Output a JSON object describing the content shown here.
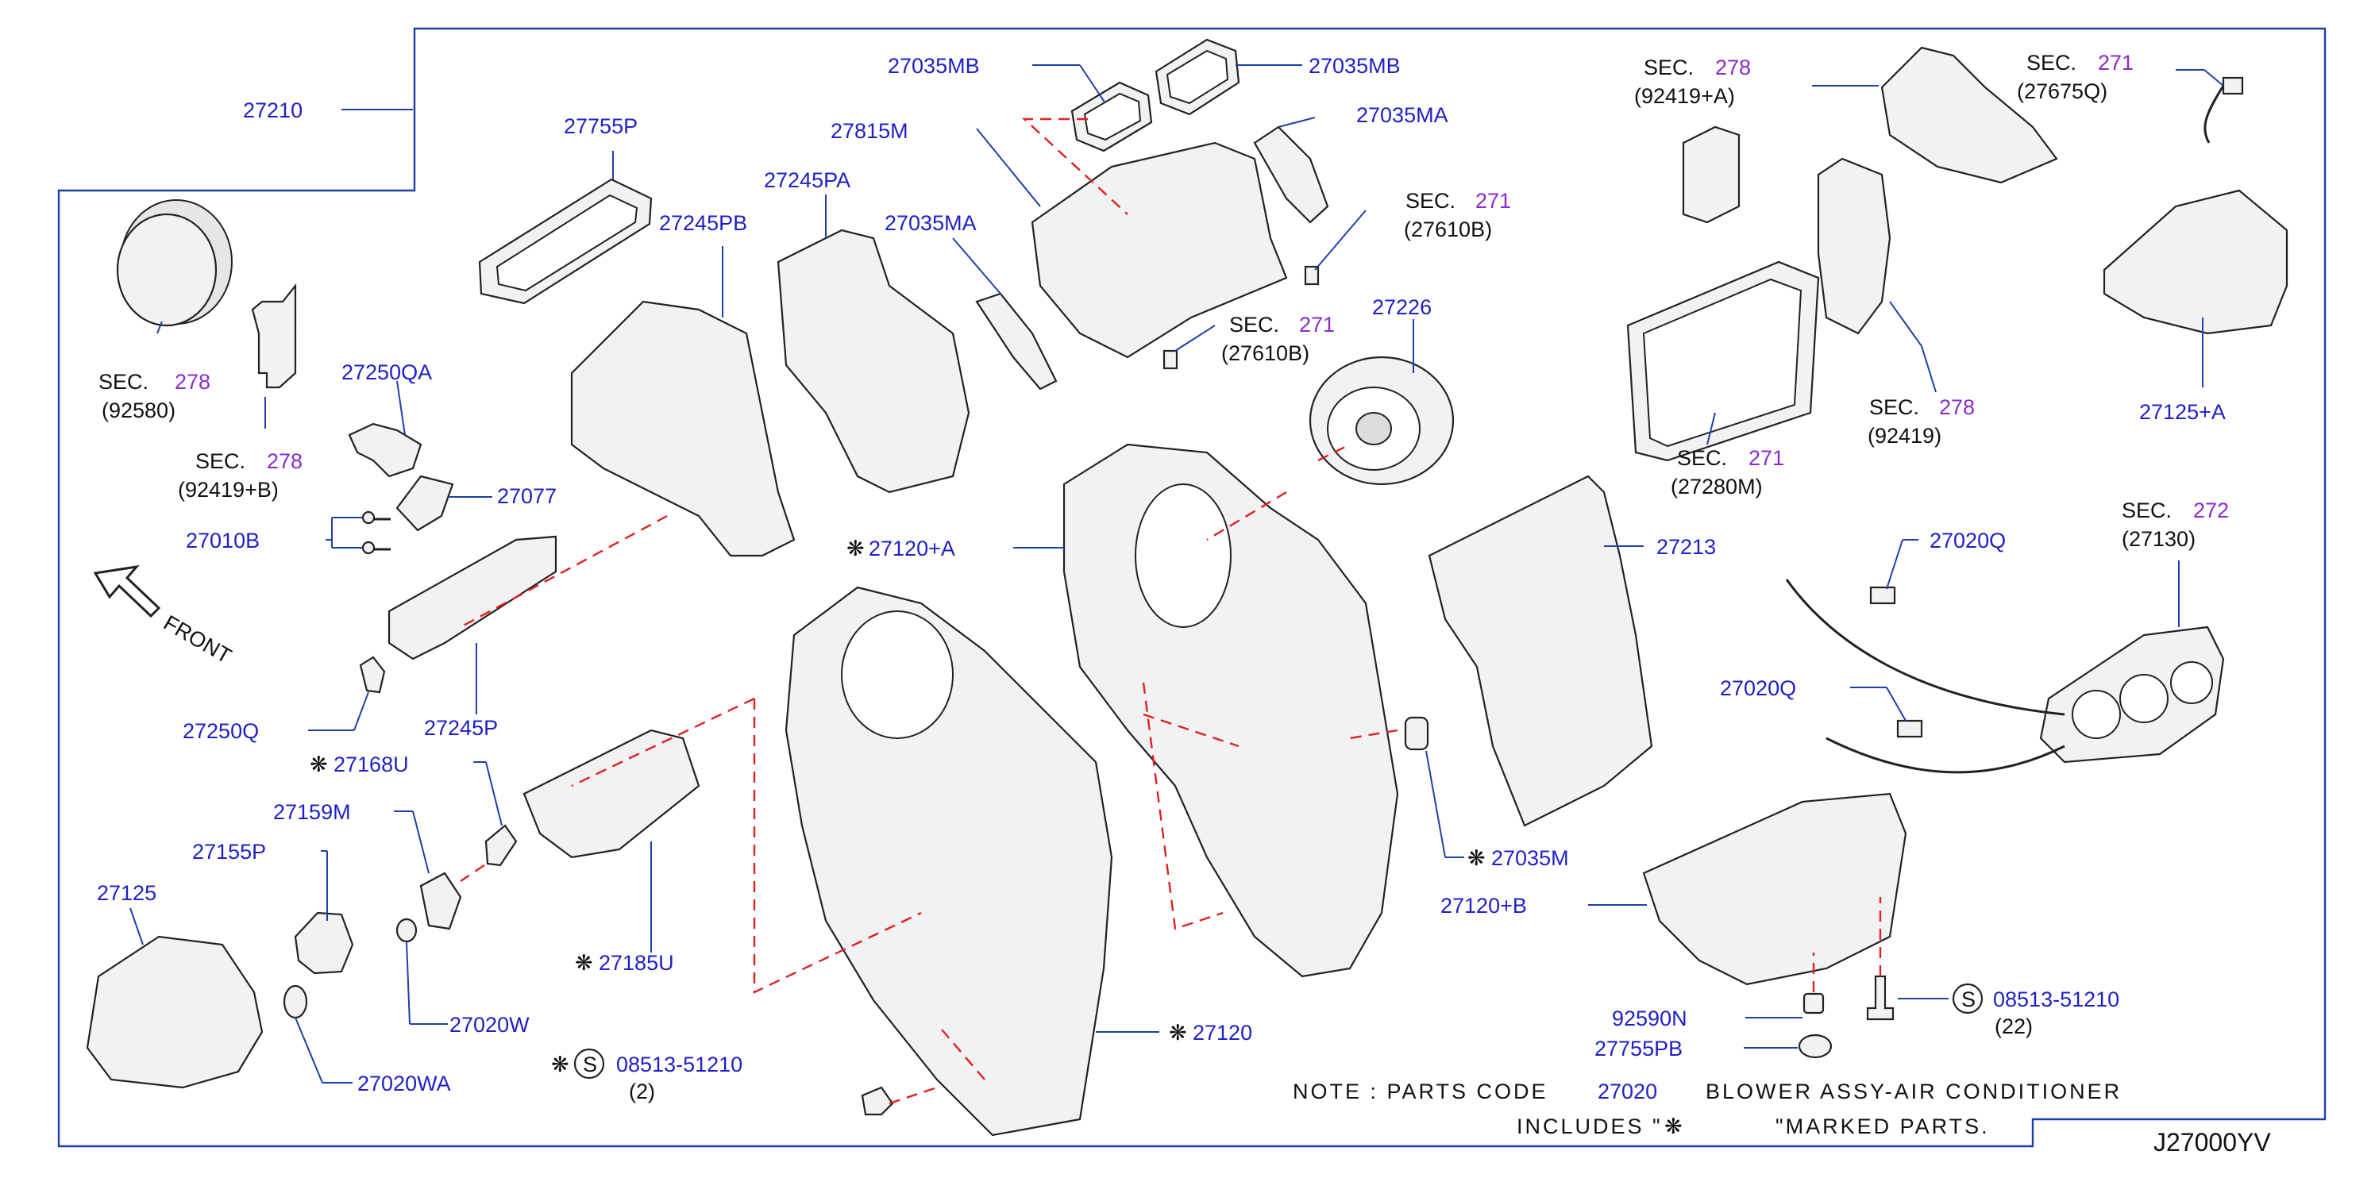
{
  "diagram": {
    "drawing_code": "J27000YV",
    "front_label": "FRONT",
    "note": {
      "line1_prefix": "NOTE  : PARTS   CODE",
      "code": "27020",
      "line1_suffix": "BLOWER  ASSY-AIR  CONDITIONER",
      "line2_prefix": "INCLUDES  \"",
      "line2_suffix": "\"MARKED  PARTS."
    },
    "labels": {
      "p27210": "27210",
      "p27755P": "27755P",
      "p27245PB": "27245PB",
      "p27245PA": "27245PA",
      "p27035MA_left": "27035MA",
      "p27815M": "27815M",
      "p27035MB_left": "27035MB",
      "p27035MB_right": "27035MB",
      "p27035MA_right": "27035MA",
      "p27250QA": "27250QA",
      "p27077": "27077",
      "p27010B": "27010B",
      "p27250Q": "27250Q",
      "p27245P": "27245P",
      "p27168U": "27168U",
      "p27159M": "27159M",
      "p27155P": "27155P",
      "p27125": "27125",
      "p27020W": "27020W",
      "p27020WA": "27020WA",
      "p27185U": "27185U",
      "p08513_left": "08513-51210",
      "p08513_left_qty": "(2)",
      "p27120A": "27120+A",
      "p27120": "27120",
      "p27226": "27226",
      "p27035M": "27035M",
      "p27120B": "27120+B",
      "p27213": "27213",
      "p27020Q_top": "27020Q",
      "p27020Q_mid": "27020Q",
      "p92590N": "92590N",
      "p27755PB": "27755PB",
      "p08513_right": "08513-51210",
      "p08513_right_qty": "(22)",
      "p27125A": "27125+A"
    },
    "sec_refs": [
      {
        "prefix": "SEC.",
        "num": "278",
        "code": "(92580)"
      },
      {
        "prefix": "SEC.",
        "num": "278",
        "code": "(92419+B)"
      },
      {
        "prefix": "SEC.",
        "num": "271",
        "code": "(27610B)"
      },
      {
        "prefix": "SEC.",
        "num": "271",
        "code": "(27610B)"
      },
      {
        "prefix": "SEC.",
        "num": "278",
        "code": "(92419+A)"
      },
      {
        "prefix": "SEC.",
        "num": "271",
        "code": "(27675Q)"
      },
      {
        "prefix": "SEC.",
        "num": "271",
        "code": "(27280M)"
      },
      {
        "prefix": "SEC.",
        "num": "278",
        "code": "(92419)"
      },
      {
        "prefix": "SEC.",
        "num": "272",
        "code": "(27130)"
      }
    ],
    "colors": {
      "label": "#1f1fc8",
      "sec_number": "#8a2bd0",
      "dashed_leader": "#e02020",
      "frame": "#1f3fa8"
    }
  }
}
